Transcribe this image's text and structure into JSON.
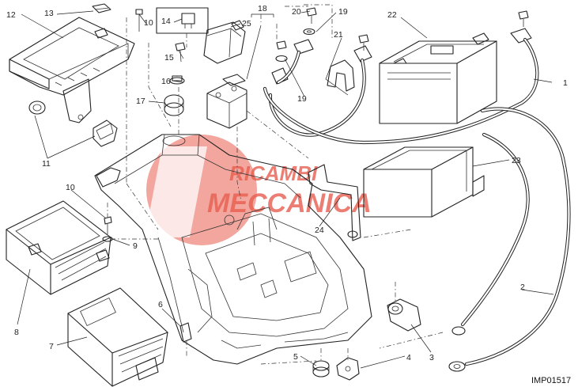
{
  "callouts": [
    {
      "id": "c1",
      "text": "1"
    },
    {
      "id": "c2",
      "text": "2"
    },
    {
      "id": "c3",
      "text": "3"
    },
    {
      "id": "c4",
      "text": "4"
    },
    {
      "id": "c5",
      "text": "5"
    },
    {
      "id": "c6",
      "text": "6"
    },
    {
      "id": "c7",
      "text": "7"
    },
    {
      "id": "c8",
      "text": "8"
    },
    {
      "id": "c9",
      "text": "9"
    },
    {
      "id": "c10a",
      "text": "10"
    },
    {
      "id": "c10b",
      "text": "10"
    },
    {
      "id": "c11",
      "text": "11"
    },
    {
      "id": "c12",
      "text": "12"
    },
    {
      "id": "c13",
      "text": "13"
    },
    {
      "id": "c14",
      "text": "14"
    },
    {
      "id": "c15",
      "text": "15"
    },
    {
      "id": "c16",
      "text": "16"
    },
    {
      "id": "c17",
      "text": "17"
    },
    {
      "id": "c18",
      "text": "18"
    },
    {
      "id": "c19a",
      "text": "19"
    },
    {
      "id": "c19b",
      "text": "19"
    },
    {
      "id": "c20",
      "text": "20"
    },
    {
      "id": "c21",
      "text": "21"
    },
    {
      "id": "c22",
      "text": "22"
    },
    {
      "id": "c23",
      "text": "23"
    },
    {
      "id": "c24",
      "text": "24"
    },
    {
      "id": "c25",
      "text": "25"
    }
  ],
  "drawing_code": "IMP01517",
  "watermark": {
    "line1": "RICAMBI",
    "line2": "MECCANICA",
    "color": "#e0301e"
  }
}
